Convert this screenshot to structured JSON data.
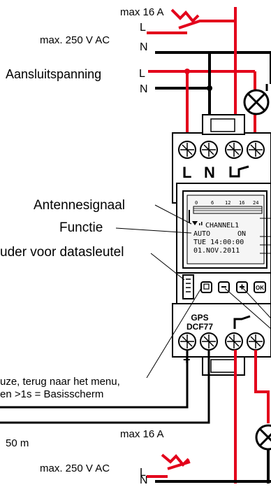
{
  "diagram": {
    "top": {
      "fuse_label": "max 16 A",
      "voltage_label": "max. 250 V AC",
      "L": "L",
      "N": "N"
    },
    "supply": {
      "label": "Aansluitspanning",
      "L": "L",
      "N": "N"
    },
    "device": {
      "terminal_L": "L",
      "terminal_N": "N",
      "gps_label": "GPS",
      "dcf_label": "DCF77",
      "plus": "+",
      "minus": "-",
      "button_ok": "OK",
      "display": {
        "scale": [
          "0",
          "6",
          "12",
          "16",
          "24"
        ],
        "line1": "CHANNEL1",
        "line2a": "AUTO",
        "line2b": "ON",
        "line3": "TUE 14:00:00",
        "line4": "01.NOV.2011"
      }
    },
    "callouts": {
      "antenna": "Antennesignaal",
      "function": "Functie",
      "key_holder": "uder voor datasleutel",
      "menu_line1": "uze, terug naar het menu,",
      "menu_line2": "en >1s = Basisscherm"
    },
    "cable_length": "50 m",
    "bottom": {
      "fuse_label": "max 16 A",
      "voltage_label": "max. 250 V AC",
      "L": "L",
      "N": "N"
    },
    "colors": {
      "live": "#e3001b",
      "neutral": "#000000"
    }
  }
}
